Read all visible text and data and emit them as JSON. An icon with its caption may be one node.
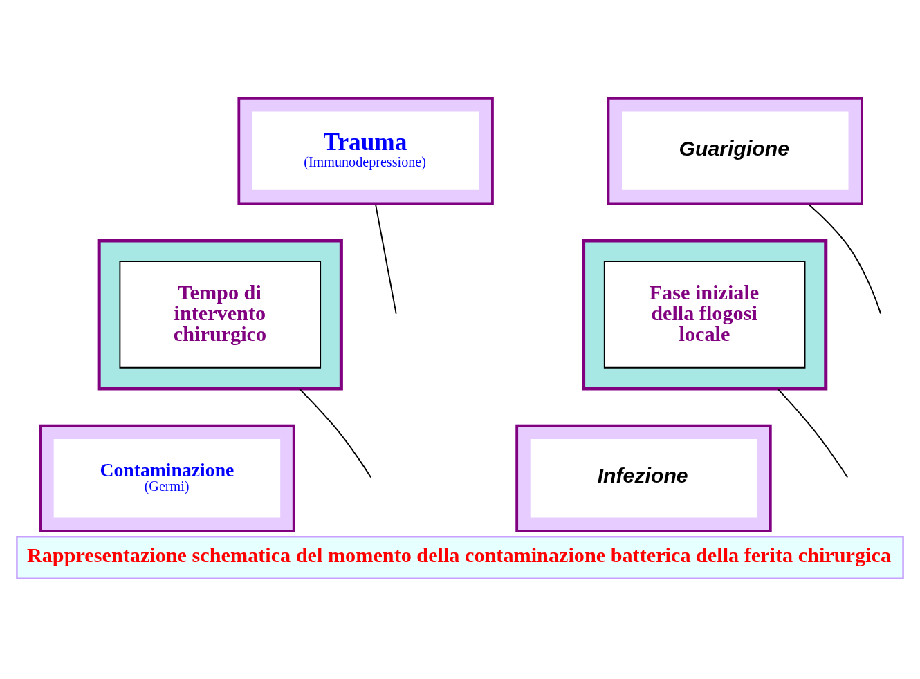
{
  "diagram": {
    "caption": "Rappresentazione schematica del momento della contaminazione batterica della ferita chirurgica",
    "nodes": [
      {
        "text": [
          "Trauma",
          "(Immunodepressione)"
        ]
      },
      {
        "text": [
          "Guarigione"
        ]
      },
      {
        "text": [],
        "shape": "box"
      },
      {
        "text": [
          "Tempo di intervento chirurgico"
        ],
        "in": 2
      },
      {
        "text": [],
        "shape": "box"
      },
      {
        "text": [
          "Fase iniziale della flogosi locale"
        ],
        "in": 4
      },
      {
        "text": [
          "Contaminazione",
          "(Germi)"
        ]
      },
      {
        "text": [
          "Infezione"
        ]
      }
    ],
    "edges": [
      {
        "from": 0,
        "to": null,
        "arrow": "none"
      },
      {
        "from": 1,
        "to": null,
        "arrow": "none"
      },
      {
        "from": 2,
        "to": null,
        "arrow": "none"
      },
      {
        "from": 4,
        "to": null,
        "arrow": "none"
      }
    ]
  }
}
